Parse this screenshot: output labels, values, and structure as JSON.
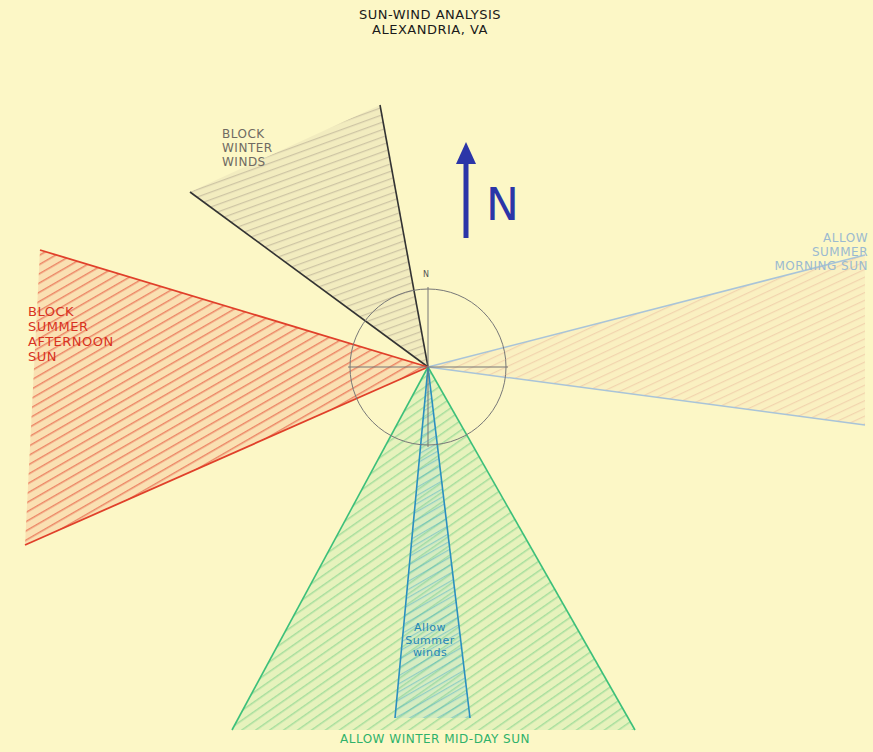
{
  "diagram": {
    "title": "SUN-WIND ANALYSIS ALEXANDRIA, VA",
    "labels": [
      "BLOCK WINTER WINDS",
      "BLOCK SUMMER AFTERNOON SUN",
      "ALLOW SUMMER MORNING SUN",
      "Allow Summer winds",
      "ALLOW WINTER MID-DAY SUN",
      "N",
      "N"
    ]
  }
}
